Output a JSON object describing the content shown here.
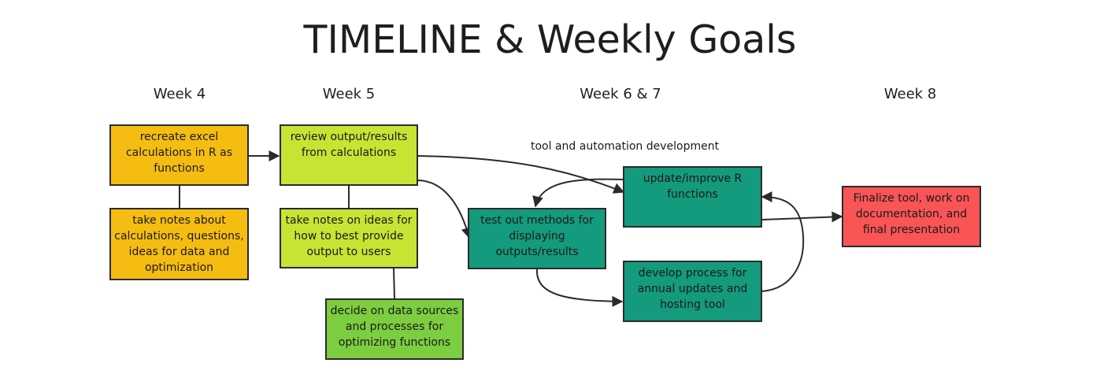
{
  "title": "TIMELINE & Weekly Goals",
  "weeks": [
    "Week 4",
    "Week 5",
    "Week 6 & 7",
    "Week 8"
  ],
  "boxes": {
    "recreate": "recreate excel calculations in R as functions",
    "notes_calc": "take notes about calculations, questions, ideas for data and optimization",
    "review": "review output/results from calculations",
    "notes_ideas": "take notes on ideas for how to best provide output to users",
    "decide": "decide on data sources and processes for optimizing functions",
    "test": "test out methods for displaying outputs/results",
    "update": "update/improve R functions",
    "develop": "develop process for annual updates and hosting tool",
    "finalize": "Finalize tool, work on documentation, and final presentation"
  },
  "annotation": "tool and automation development",
  "colors": {
    "orange": "#f5bd11",
    "lime": "#c7e434",
    "green": "#7dcd40",
    "teal": "#149a7c",
    "red": "#f95556",
    "line": "#2b2b2b"
  }
}
